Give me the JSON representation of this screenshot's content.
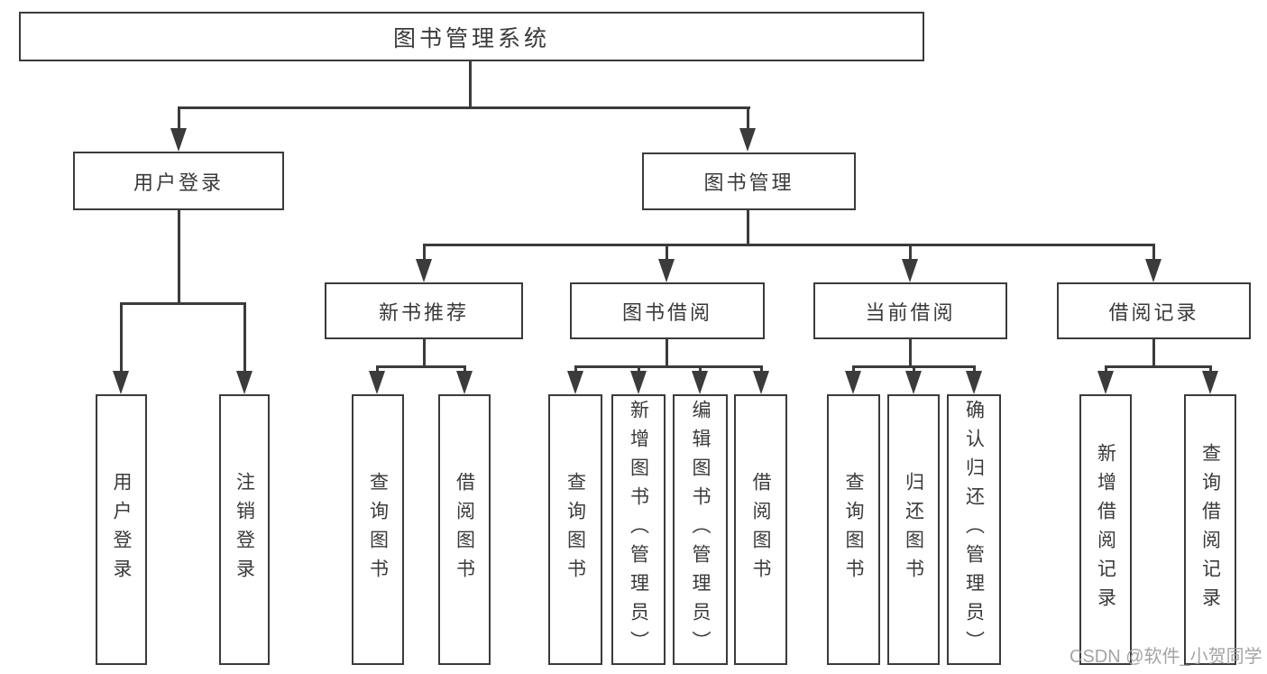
{
  "diagram": {
    "title": "图书管理系统",
    "type": "function-structure-tree"
  },
  "colors": {
    "line": "#3b3b3b",
    "text": "#3a3a3a",
    "box_background": "#ffffff",
    "watermark": "#9b9b9b"
  },
  "tree": {
    "root": {
      "label": "图书管理系统"
    },
    "branches": [
      {
        "label": "用户登录",
        "children": [
          {
            "label": "用户登录"
          },
          {
            "label": "注销登录"
          }
        ]
      },
      {
        "label": "图书管理",
        "children": [
          {
            "label": "新书推荐",
            "children": [
              {
                "label": "查询图书"
              },
              {
                "label": "借阅图书"
              }
            ]
          },
          {
            "label": "图书借阅",
            "children": [
              {
                "label": "查询图书"
              },
              {
                "label": "新增图书（管理员）"
              },
              {
                "label": "编辑图书（管理员）"
              },
              {
                "label": "借阅图书"
              }
            ]
          },
          {
            "label": "当前借阅",
            "children": [
              {
                "label": "查询图书"
              },
              {
                "label": "归还图书"
              },
              {
                "label": "确认归还（管理员）"
              }
            ]
          },
          {
            "label": "借阅记录",
            "children": [
              {
                "label": "新增借阅记录"
              },
              {
                "label": "查询借阅记录"
              }
            ]
          }
        ]
      }
    ]
  },
  "watermark": {
    "text": "CSDN @软件_小贺同学"
  }
}
